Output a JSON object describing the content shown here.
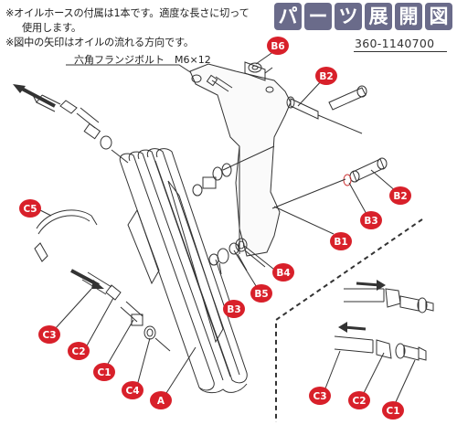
{
  "notes": {
    "line1": "※オイルホースの付属は1本です。適度な長さに切って",
    "line2": "使用します。",
    "line3": "※図中の矢印はオイルの流れる方向です。"
  },
  "title_chars": [
    "パ",
    "ー",
    "ツ",
    "展",
    "開",
    "図"
  ],
  "part_number": "360-1140700",
  "bolt_label": "六角フランジボルト　M6×12",
  "badge_color": "#d8202a",
  "labels": {
    "b6": "B6",
    "b2_top": "B2",
    "b2_mid": "B2",
    "b3_right": "B3",
    "b1": "B1",
    "b4": "B4",
    "b5": "B5",
    "b3_bottom": "B3",
    "c5": "C5",
    "c3": "C3",
    "c2": "C2",
    "c1": "C1",
    "c4": "C4",
    "a": "A",
    "c3_inset": "C3",
    "c2_inset": "C2",
    "c1_inset": "C1"
  }
}
